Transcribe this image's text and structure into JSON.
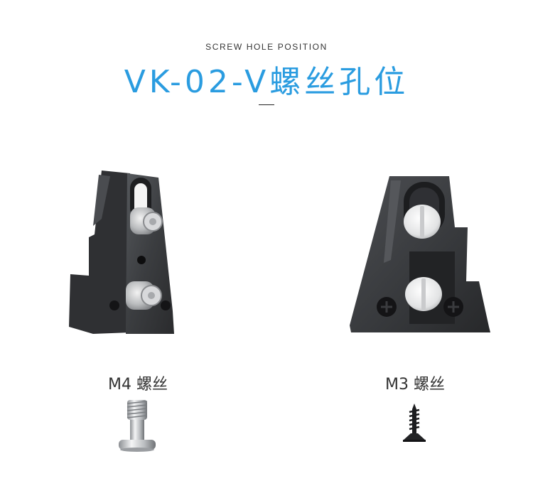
{
  "header": {
    "subtitle": "SCREW HOLE POSITION",
    "title": "VK-02-V螺丝孔位",
    "accent_color": "#2a9ce0"
  },
  "products": [
    {
      "caption": "M4 螺丝",
      "screw_icon": "m4-thumb-screw",
      "bracket_icon": "bracket-m4"
    },
    {
      "caption": "M3 螺丝",
      "screw_icon": "m3-countersunk-screw",
      "bracket_icon": "bracket-m3"
    }
  ]
}
